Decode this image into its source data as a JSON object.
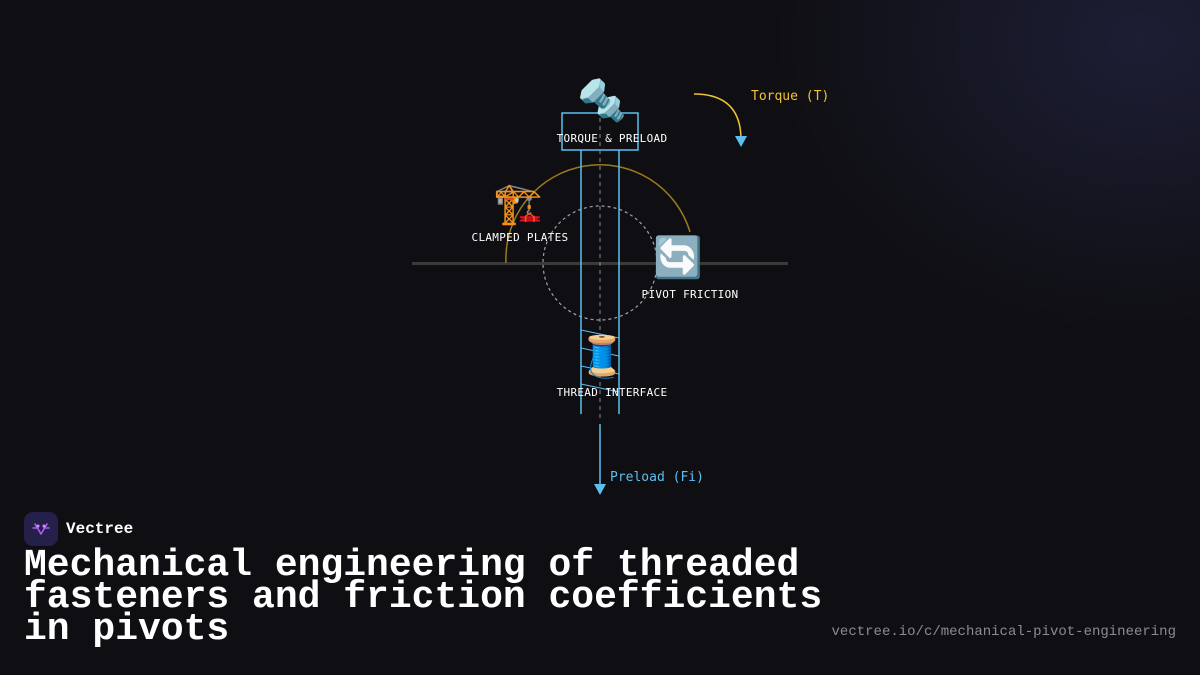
{
  "diagram": {
    "torque_label": "Torque (T)",
    "preload_label": "Preload (Fi)",
    "nodes": {
      "torque_preload": "TORQUE & PRELOAD",
      "clamped_plates": "CLAMPED PLATES",
      "pivot_friction": "PIVOT FRICTION",
      "thread_interface": "THREAD INTERFACE"
    },
    "icons": {
      "torque_preload": "🔩",
      "clamped_plates": "🏗️",
      "pivot_friction": "🔄",
      "thread_interface": "🧵"
    },
    "colors": {
      "bolt": "#5bc0f0",
      "torque": "#f1c232",
      "arc": "#9a7a1c",
      "plate_line": "#3a3a3a"
    }
  },
  "brand": {
    "name": "Vectree"
  },
  "title": "Mechanical engineering of threaded fasteners and friction coefficients in pivots",
  "url": "vectree.io/c/mechanical-pivot-engineering"
}
